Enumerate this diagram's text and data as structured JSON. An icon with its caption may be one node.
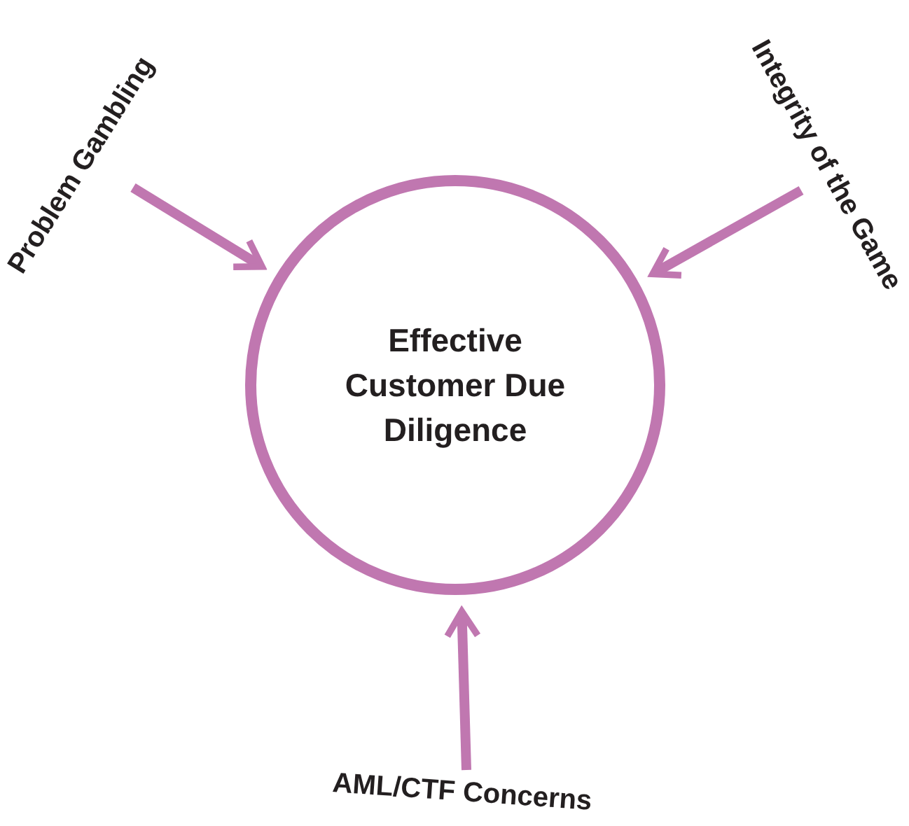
{
  "diagram": {
    "nodes": [
      {
        "text": [
          "Effective Customer Due Diligence"
        ]
      },
      {
        "text": [
          "Problem Gambling"
        ]
      },
      {
        "text": [
          "Integrity of the Game"
        ]
      },
      {
        "text": [
          "AML/CTF Concerns"
        ]
      }
    ],
    "edges": [
      {
        "from": 1,
        "to": 0,
        "arrow": "to"
      },
      {
        "from": 2,
        "to": 0,
        "arrow": "to"
      },
      {
        "from": 3,
        "to": 0,
        "arrow": "to"
      }
    ]
  }
}
